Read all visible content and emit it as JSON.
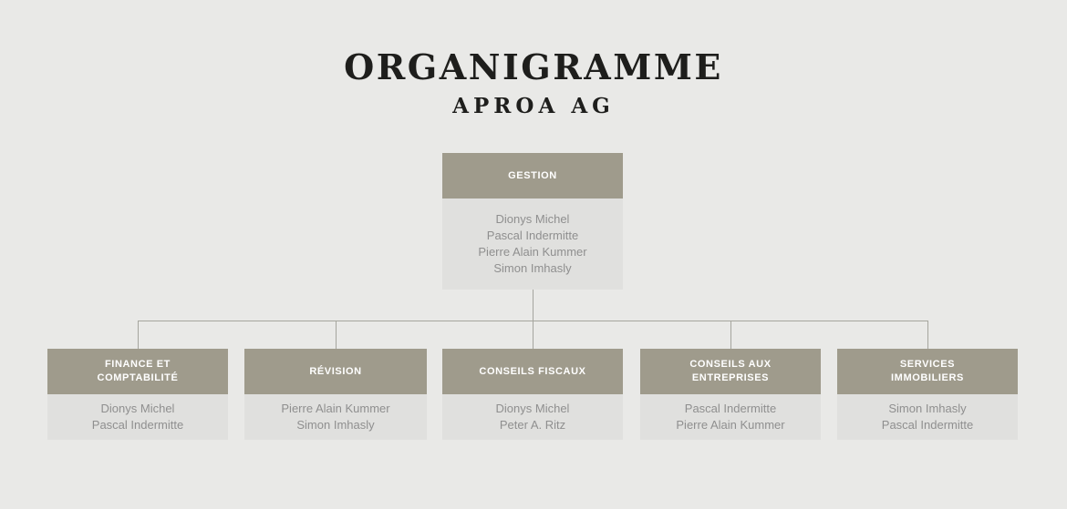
{
  "header": {
    "title": "ORGANIGRAMME",
    "subtitle": "APROA AG"
  },
  "org": {
    "root": {
      "title": "GESTION",
      "members": [
        "Dionys Michel",
        "Pascal Indermitte",
        "Pierre Alain Kummer",
        "Simon Imhasly"
      ]
    },
    "departments": [
      {
        "title": "FINANCE ET\nCOMPTABILITÉ",
        "members": [
          "Dionys Michel",
          "Pascal Indermitte"
        ]
      },
      {
        "title": "RÉVISION",
        "members": [
          "Pierre Alain Kummer",
          "Simon Imhasly"
        ]
      },
      {
        "title": "CONSEILS FISCAUX",
        "members": [
          "Dionys Michel",
          "Peter A. Ritz"
        ]
      },
      {
        "title": "CONSEILS AUX\nENTREPRISES",
        "members": [
          "Pascal Indermitte",
          "Pierre Alain Kummer"
        ]
      },
      {
        "title": "SERVICES\nIMMOBILIERS",
        "members": [
          "Simon Imhasly",
          "Pascal Indermitte"
        ]
      }
    ]
  },
  "colors": {
    "background": "#e9e9e7",
    "box_header_background": "#9f9b8c",
    "box_body_background": "#e0e0de",
    "box_header_text": "#ffffff",
    "member_text": "#8f8f8f",
    "connector_line": "#a5a59e",
    "title_text": "#1e1e1c"
  }
}
